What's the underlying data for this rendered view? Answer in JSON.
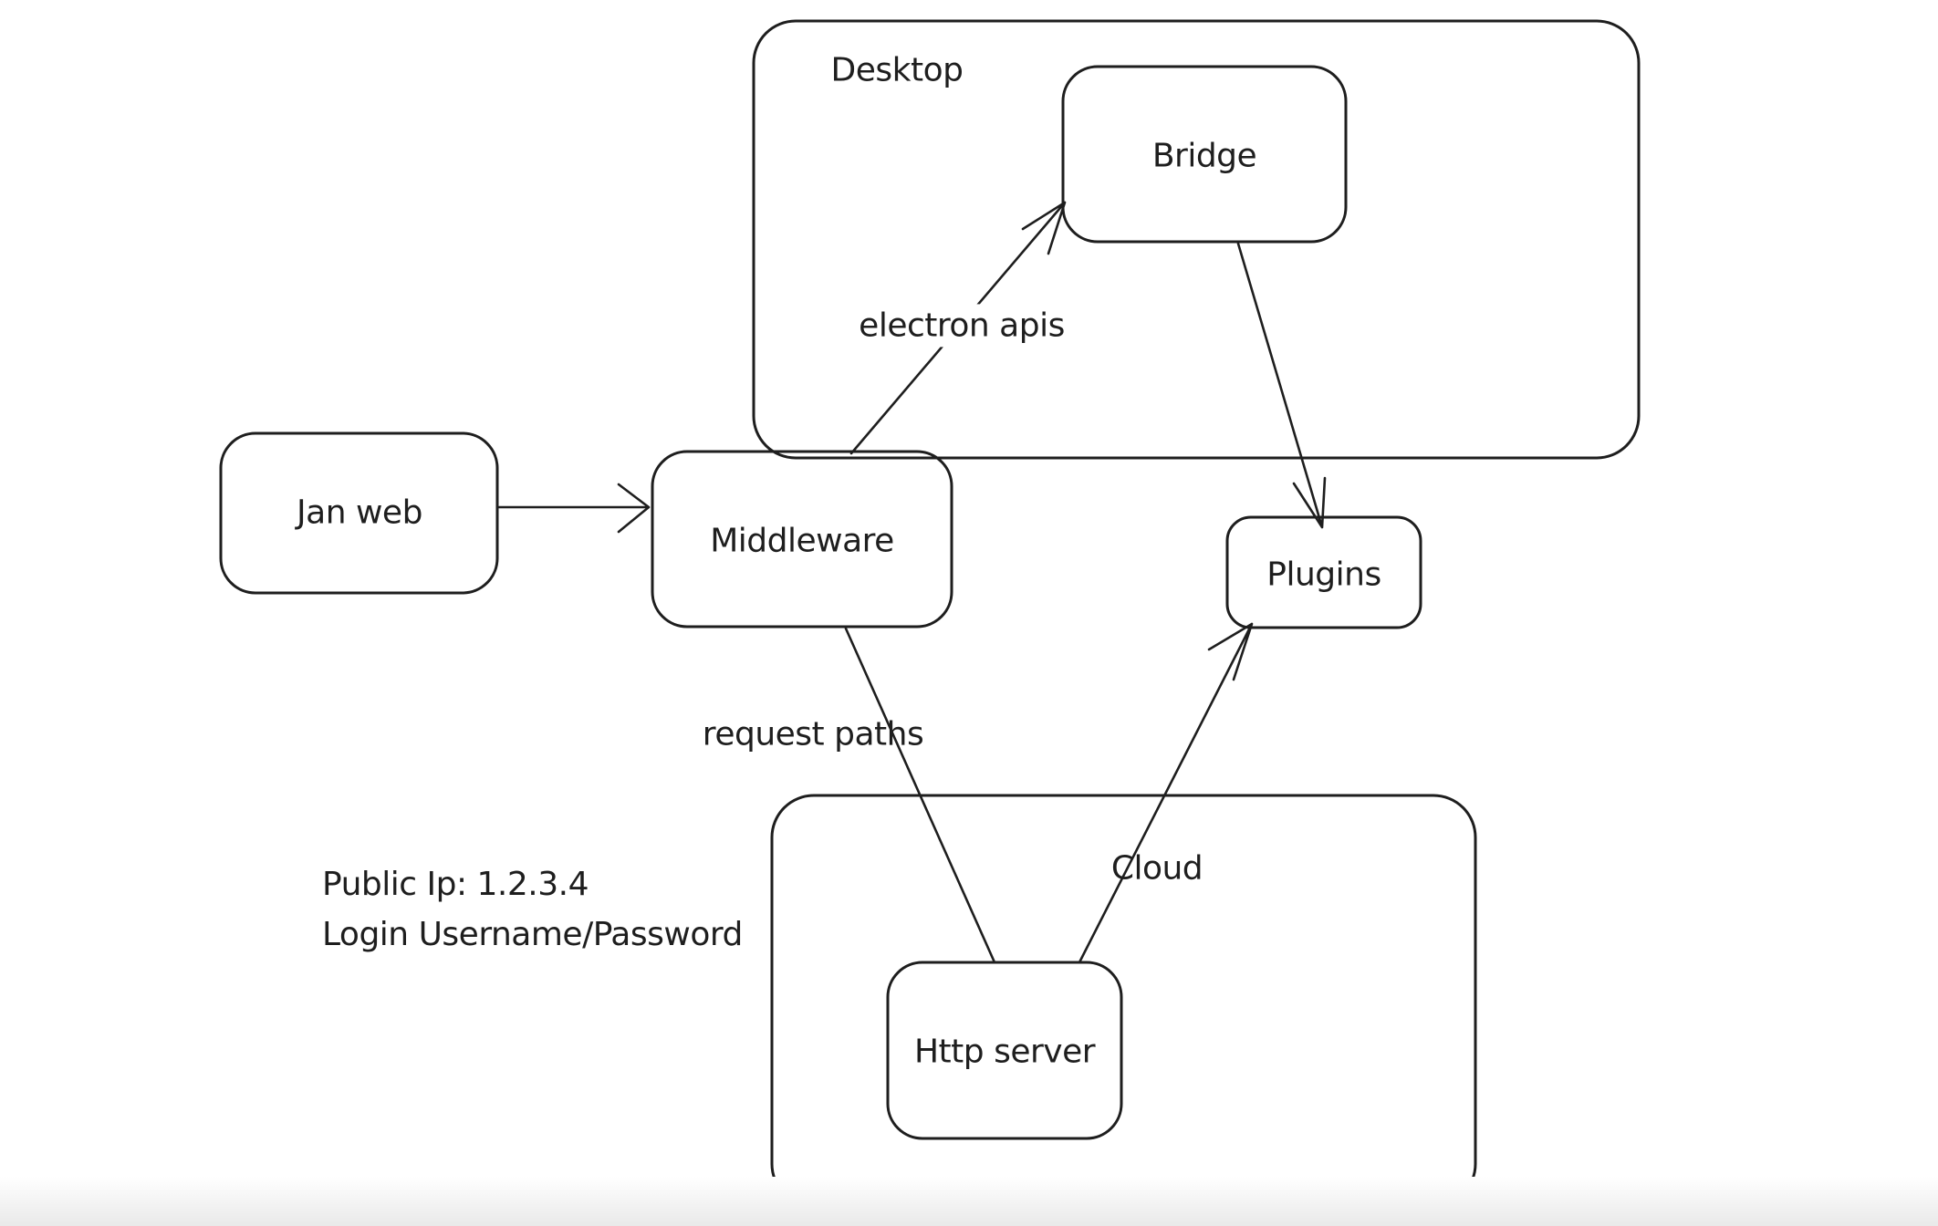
{
  "colors": {
    "stroke": "#1e1e1e",
    "background": "#ffffff"
  },
  "containers": {
    "desktop": {
      "label": "Desktop"
    },
    "cloud": {
      "label": "Cloud"
    }
  },
  "nodes": {
    "jan_web": {
      "label": "Jan web"
    },
    "middleware": {
      "label": "Middleware"
    },
    "bridge": {
      "label": "Bridge"
    },
    "plugins": {
      "label": "Plugins"
    },
    "http_server": {
      "label": "Http server"
    }
  },
  "edges": {
    "jan_web_to_middleware": {
      "from": "Jan web",
      "to": "Middleware",
      "label": ""
    },
    "middleware_to_bridge": {
      "from": "Middleware",
      "to": "Bridge",
      "label": "electron apis"
    },
    "bridge_to_plugins": {
      "from": "Bridge",
      "to": "Plugins",
      "label": ""
    },
    "middleware_to_http_server": {
      "from": "Middleware",
      "to": "Http server",
      "label": "request paths"
    },
    "http_server_to_plugins": {
      "from": "Http server",
      "to": "Plugins",
      "label": ""
    }
  },
  "notes": {
    "line1": "Public Ip: 1.2.3.4",
    "line2": "Login Username/Password"
  }
}
